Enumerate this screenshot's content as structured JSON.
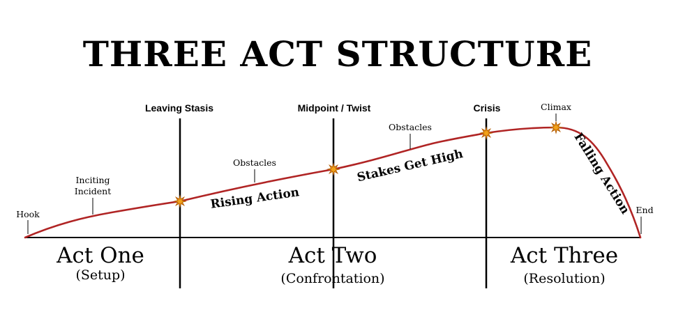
{
  "title": "THREE ACT STRUCTURE",
  "markers": {
    "leaving_stasis": "Leaving Stasis",
    "midpoint": "Midpoint / Twist",
    "crisis": "Crisis"
  },
  "points": {
    "hook": "Hook",
    "inciting_line1": "Inciting",
    "inciting_line2": "Incident",
    "obstacles_1": "Obstacles",
    "obstacles_2": "Obstacles",
    "climax": "Climax",
    "end": "End"
  },
  "phases": {
    "rising_action": "Rising Action",
    "stakes_get_high": "Stakes Get High",
    "falling_action": "Falling Action"
  },
  "acts": [
    {
      "name": "Act One",
      "subtitle": "(Setup)"
    },
    {
      "name": "Act Two",
      "subtitle": "(Confrontation)"
    },
    {
      "name": "Act Three",
      "subtitle": "(Resolution)"
    }
  ],
  "colors": {
    "curve": "#b02424",
    "star": "#f2a21b",
    "star_outline": "#b35b00",
    "lines": "#000000"
  }
}
